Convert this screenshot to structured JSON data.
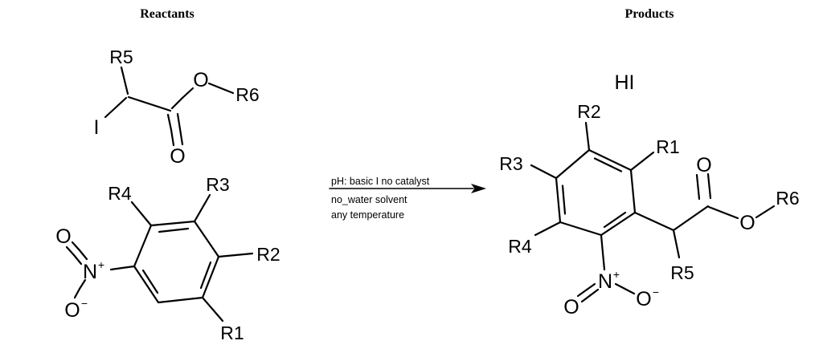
{
  "colors": {
    "bond": "#000000",
    "oxygen": "#FF0000",
    "nitrogen": "#0000FF",
    "iodine": "#A020F0",
    "background": "#FFFFFF"
  },
  "headers": {
    "reactants": "Reactants",
    "products": "Products"
  },
  "arrow": {
    "condition_above": "pH: basic I no catalyst",
    "condition_below_1": "no_water solvent",
    "condition_below_2": "any temperature"
  },
  "reactants": {
    "iodo_ester": {
      "r5_label": "R5",
      "iodine_label": "I",
      "ester_oxygen_label": "O",
      "r6_label": "R6",
      "carbonyl_oxygen_label": "O"
    },
    "nitrobenzene": {
      "r1_label": "R1",
      "r2_label": "R2",
      "r3_label": "R3",
      "r4_label": "R4",
      "nitrogen_label": "N",
      "nitrogen_charge": "+",
      "nitro_oxygen_label": "O",
      "nitro_oxide_label": "O",
      "nitro_oxide_charge": "−"
    }
  },
  "products": {
    "hydrogen_iodide_label": "HI",
    "aryl_ester": {
      "r1_label": "R1",
      "r2_label": "R2",
      "r3_label": "R3",
      "r4_label": "R4",
      "r5_label": "R5",
      "r6_label": "R6",
      "nitrogen_label": "N",
      "nitrogen_charge": "+",
      "nitro_oxygen_label": "O",
      "nitro_oxide_label": "O",
      "nitro_oxide_charge": "−",
      "carbonyl_oxygen_label": "O",
      "ester_oxygen_label": "O"
    }
  }
}
